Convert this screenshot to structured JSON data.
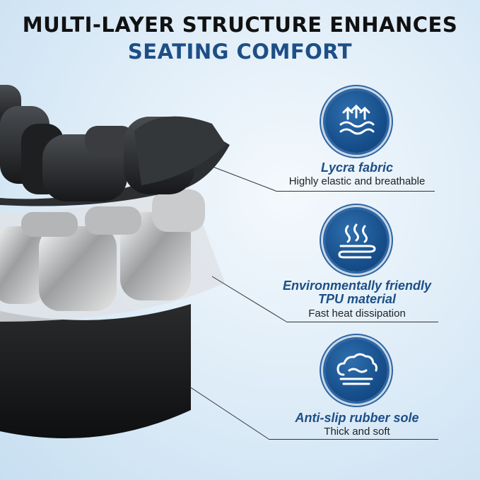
{
  "header": {
    "line1": "MULTI-LAYER STRUCTURE ENHANCES",
    "line2": "SEATING COMFORT"
  },
  "colors": {
    "accent": "#1d4f86",
    "circle_fill": "#174f8c",
    "title_dark": "#111111"
  },
  "features": [
    {
      "icon": "breathable-wave-icon",
      "title": "Lycra fabric",
      "subtitle": "Highly elastic and breathable"
    },
    {
      "icon": "heat-dissipation-icon",
      "title_line1": "Environmentally friendly",
      "title_line2": "TPU material",
      "subtitle": "Fast heat dissipation"
    },
    {
      "icon": "cloud-soft-icon",
      "title": "Anti-slip rubber sole",
      "subtitle": "Thick and soft"
    }
  ]
}
